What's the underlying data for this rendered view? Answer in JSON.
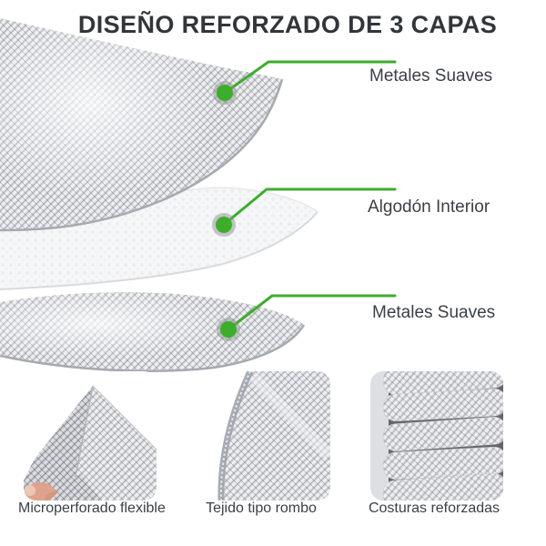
{
  "title": "DISEÑO REFORZADO DE 3 CAPAS",
  "layers": [
    {
      "label": "Metales Suaves",
      "material": "silver-mesh"
    },
    {
      "label": "Algodón Interior",
      "material": "inner-cotton"
    },
    {
      "label": "Metales Suaves",
      "material": "silver-mesh"
    }
  ],
  "features": [
    {
      "caption": "Microperforado flexible"
    },
    {
      "caption": "Tejido tipo rombo"
    },
    {
      "caption": "Costuras reforzadas"
    }
  ],
  "colors": {
    "accent_green": "#3DAD2C",
    "marker_ring_gray": "#8E938E",
    "title_text": "#32363A",
    "label_text": "#3B4046"
  }
}
